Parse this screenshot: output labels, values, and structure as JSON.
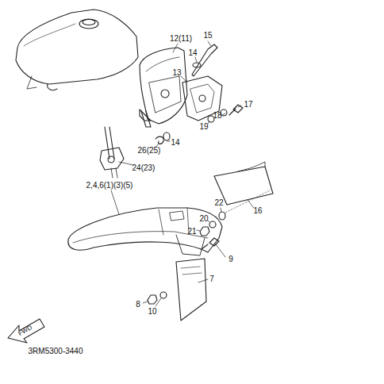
{
  "diagram": {
    "labels": [
      "12(11)",
      "15",
      "14",
      "13",
      "14",
      "17",
      "18",
      "19",
      "26(25)",
      "24(23)",
      "2,4,6(1)(3)(5)",
      "9",
      "16",
      "21",
      "20",
      "22",
      "7",
      "8",
      "10",
      "FWD",
      "3RM5300-3440"
    ]
  }
}
